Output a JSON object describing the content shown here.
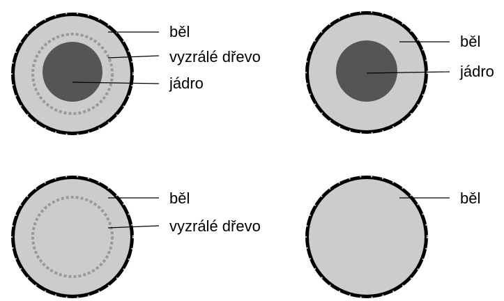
{
  "colors": {
    "background": "#ffffff",
    "bark": "#000000",
    "sapwood": "#cccccc",
    "heartwood": "#555555",
    "mature_wood_ring": "#999999",
    "leader": "#000000"
  },
  "panels": [
    {
      "id": "sapwood-maturewood-heartwood",
      "layers": [
        "bark",
        "sapwood",
        "mature-wood",
        "heartwood"
      ],
      "labels": [
        "běl",
        "vyzrálé dřevo",
        "jádro"
      ]
    },
    {
      "id": "sapwood-heartwood",
      "layers": [
        "bark",
        "sapwood",
        "heartwood"
      ],
      "labels": [
        "běl",
        "jádro"
      ]
    },
    {
      "id": "sapwood-maturewood",
      "layers": [
        "bark",
        "sapwood",
        "mature-wood"
      ],
      "labels": [
        "běl",
        "vyzrálé dřevo"
      ]
    },
    {
      "id": "sapwood-only",
      "layers": [
        "bark",
        "sapwood"
      ],
      "labels": [
        "běl"
      ]
    }
  ]
}
